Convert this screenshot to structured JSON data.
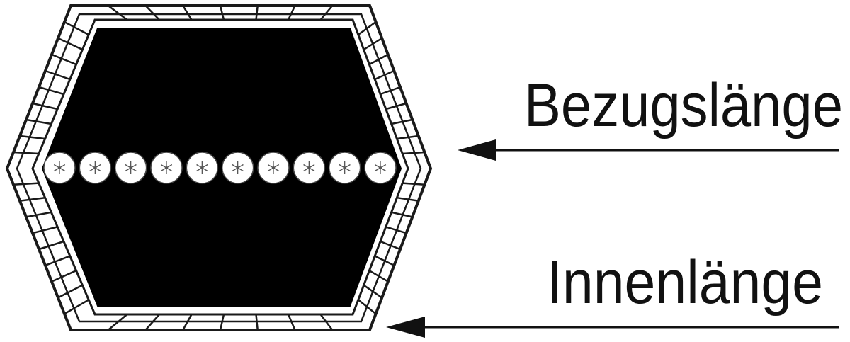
{
  "labels": {
    "reference_length": "Bezugslänge",
    "inner_length": "Innenlänge"
  },
  "cord_count": 10,
  "colors": {
    "body": "#000000",
    "jacket_outline": "#1a1a1a",
    "jacket_fill": "#ffffff",
    "cord": "#ffffff",
    "arrow": "#111111"
  }
}
